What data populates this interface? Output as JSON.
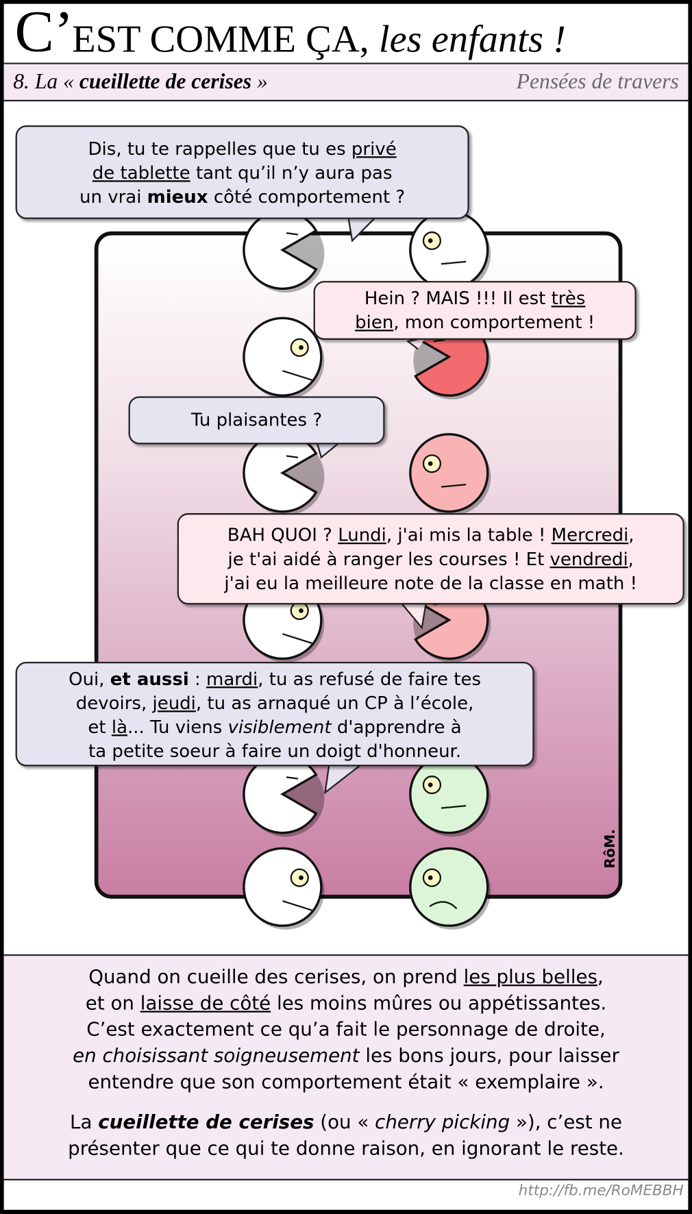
{
  "header": {
    "title_first": "C’",
    "title_caps": "EST COMME ÇA,",
    "title_italic": "les enfants !"
  },
  "subheader": {
    "episode_prefix": "8. La « ",
    "episode_title": "cueillette de cerises",
    "episode_suffix": " »",
    "series": "Pensées de travers"
  },
  "comic": {
    "bubble1": {
      "a": "Dis, tu te rappelles que tu es ",
      "b": "privé",
      "c": "de tablette",
      "d": " tant qu’il n’y aura pas",
      "e": "un vrai ",
      "f": "mieux",
      "g": " côté comportement ?"
    },
    "bubble2": {
      "a": "Hein ? MAIS !!! Il est ",
      "b": "très",
      "c": "bien",
      "d": ", mon comportement !"
    },
    "bubble3": {
      "a": "Tu plaisantes ?"
    },
    "bubble4": {
      "a": "BAH QUOI ? ",
      "b": "Lundi",
      "c": ", j'ai mis la table ! ",
      "d": "Mercredi",
      "e": ",",
      "f": "je t'ai aidé à ranger les courses ! Et ",
      "g": "vendredi",
      "h": ",",
      "i": "j'ai eu la meilleure note de la classe en math !"
    },
    "bubble5": {
      "a": "Oui, ",
      "b": "et aussi",
      "c": " : ",
      "d": "mardi",
      "e": ", tu as refusé de faire tes",
      "f": "devoirs, ",
      "g": "jeudi",
      "h": ", tu as arnaqué un CP à l’école,",
      "i": "et ",
      "j": "là",
      "k": "... Tu viens ",
      "l": "visiblement",
      "m": " d'apprendre à",
      "n": "ta petite soeur à faire un doigt d'honneur."
    },
    "signature": "RôM.",
    "characters": [
      {
        "side": "left",
        "row": 0,
        "type": "pacman",
        "color": "#ffffff"
      },
      {
        "side": "right",
        "row": 0,
        "type": "face",
        "color": "#ffffff"
      },
      {
        "side": "left",
        "row": 1,
        "type": "face",
        "color": "#ffffff"
      },
      {
        "side": "right",
        "row": 1,
        "type": "pacman",
        "color": "#f26b6f"
      },
      {
        "side": "left",
        "row": 2,
        "type": "pacman",
        "color": "#ffffff"
      },
      {
        "side": "right",
        "row": 2,
        "type": "face",
        "color": "#f9b3b4"
      },
      {
        "side": "left",
        "row": 3,
        "type": "face",
        "color": "#ffffff"
      },
      {
        "side": "right",
        "row": 3,
        "type": "pacman",
        "color": "#f9b3b4"
      },
      {
        "side": "left",
        "row": 4,
        "type": "pacman",
        "color": "#ffffff"
      },
      {
        "side": "right",
        "row": 4,
        "type": "face",
        "color": "#dcf5d8"
      },
      {
        "side": "left",
        "row": 5,
        "type": "face",
        "color": "#ffffff"
      },
      {
        "side": "right",
        "row": 5,
        "type": "frown",
        "color": "#dcf5d8"
      }
    ]
  },
  "caption": {
    "p1": {
      "a": "Quand on cueille des cerises, on prend ",
      "b": "les plus belles",
      "c": ",",
      "d": "et on ",
      "e": "laisse de côté",
      "f": " les moins mûres ou appétissantes.",
      "g": "C’est exactement ce qu’a fait le personnage de droite,",
      "h": "en choisissant soigneusement",
      "i": " les bons jours, pour laisser",
      "j": "entendre que son comportement était « exemplaire »."
    },
    "p2": {
      "a": "La ",
      "b": "cueillette de cerises",
      "c": " (ou « ",
      "d": "cherry picking",
      "e": " »), c’est ne",
      "f": "présenter que ce qui te donne raison, en ignorant le reste."
    }
  },
  "footer": {
    "url": "http://fb.me/RoMEBBH"
  }
}
